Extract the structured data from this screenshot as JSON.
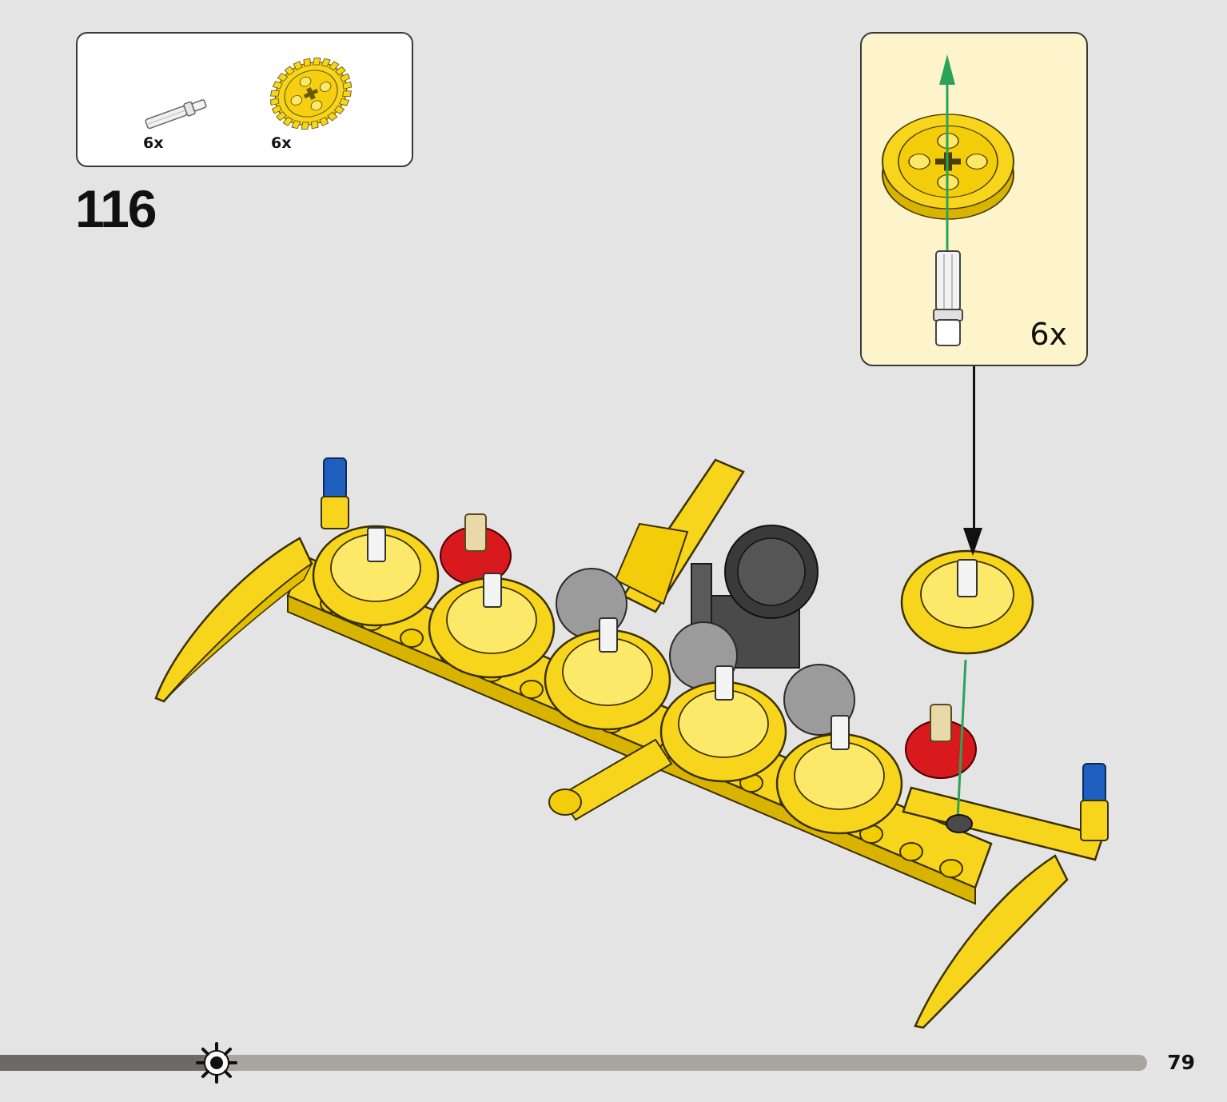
{
  "parts_list": {
    "items": [
      {
        "name": "axle-pin",
        "quantity": "6x"
      },
      {
        "name": "gear-24-tooth",
        "quantity": "6x"
      }
    ]
  },
  "step": {
    "number": "116"
  },
  "callout": {
    "quantity": "6x"
  },
  "progress": {
    "fraction": 0.185
  },
  "page": {
    "number": "79"
  },
  "colors": {
    "background": "#e4e4e4",
    "callout_bg": "#fdf4cb",
    "lego_yellow": "#f7d51d",
    "progress_track": "#a9a5a1",
    "progress_fill": "#6c6a68",
    "arrow_green": "#2aa35a"
  },
  "icons": [
    "gear-icon",
    "arrow-down-icon",
    "arrow-up-icon"
  ]
}
